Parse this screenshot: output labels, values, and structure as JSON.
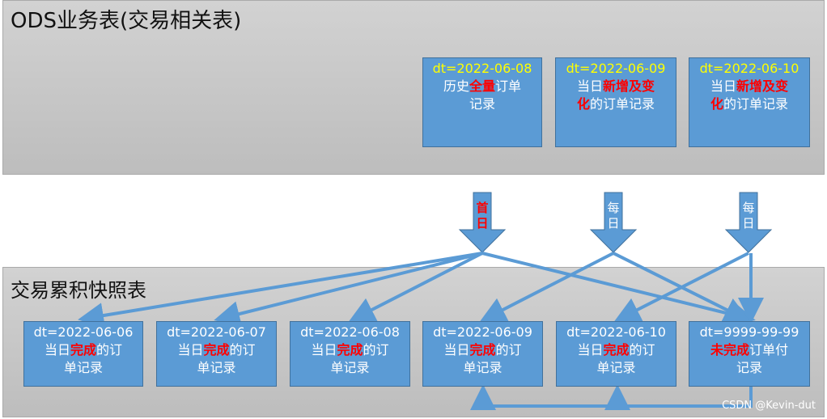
{
  "ods": {
    "title": "ODS业务表(交易相关表)",
    "boxes": [
      {
        "dt": "dt=2022-06-08",
        "l1a": "历史",
        "l1b": "全量",
        "l1c": "订单",
        "l2": "记录"
      },
      {
        "dt": "dt=2022-06-09",
        "l1a": "当日",
        "l1b": "新增及变",
        "l2a": "化",
        "l2b": "的订单记录"
      },
      {
        "dt": "dt=2022-06-10",
        "l1a": "当日",
        "l1b": "新增及变",
        "l2a": "化",
        "l2b": "的订单记录"
      }
    ]
  },
  "load_arrows": [
    {
      "c1": "首",
      "c2": "日"
    },
    {
      "c1": "每",
      "c2": "日"
    },
    {
      "c1": "每",
      "c2": "日"
    }
  ],
  "snapshot": {
    "title": "交易累积快照表",
    "boxes": [
      {
        "dt": "dt=2022-06-06",
        "a": "当日",
        "b": "完成",
        "c": "的订",
        "l3": "单记录"
      },
      {
        "dt": "dt=2022-06-07",
        "a": "当日",
        "b": "完成",
        "c": "的订",
        "l3": "单记录"
      },
      {
        "dt": "dt=2022-06-08",
        "a": "当日",
        "b": "完成",
        "c": "的订",
        "l3": "单记录"
      },
      {
        "dt": "dt=2022-06-09",
        "a": "当日",
        "b": "完成",
        "c": "的订",
        "l3": "单记录"
      },
      {
        "dt": "dt=2022-06-10",
        "a": "当日",
        "b": "完成",
        "c": "的订",
        "l3": "单记录"
      },
      {
        "dt": "dt=9999-99-99",
        "b": "未完成",
        "c": "订单付",
        "l3": "记录"
      }
    ]
  },
  "watermark": "CSDN @Kevin-dut",
  "colors": {
    "box": "#5b9bd5",
    "date": "#ffff00",
    "highlight": "#ff0000",
    "panel": "#c3c3c3"
  }
}
